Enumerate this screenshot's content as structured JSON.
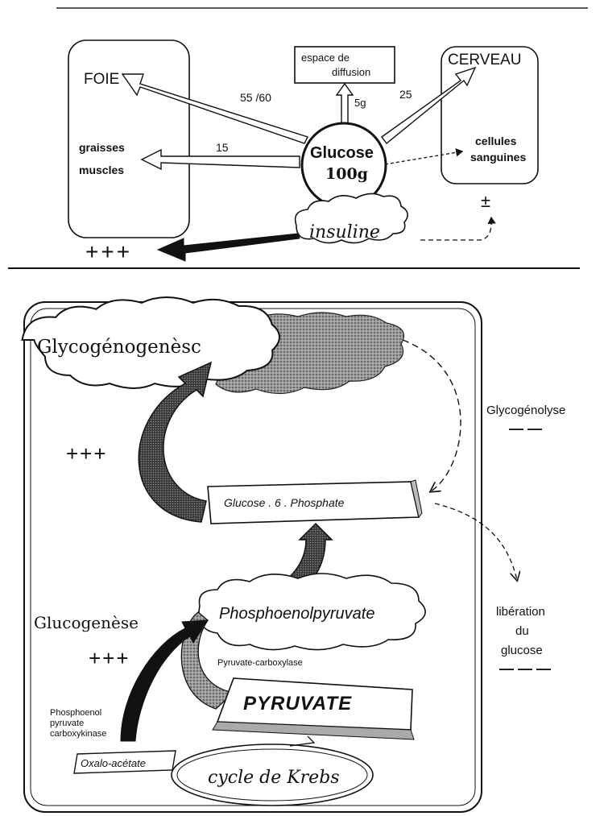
{
  "top": {
    "foie": "FOIE",
    "graisses": "graisses",
    "muscles": "muscles",
    "espace_line1": "espace de",
    "espace_line2": "diffusion",
    "cerveau": "CERVEAU",
    "cellules": "cellules",
    "sanguines": "sanguines",
    "glucose": "Glucose",
    "glucose_amount": "100g",
    "val_foie": "55 /60",
    "val_graisses": "15",
    "val_espace": "5g",
    "val_cerveau": "25",
    "insuline": "insuline",
    "plus_foie": "+++",
    "plusminus": "±"
  },
  "bottom": {
    "glycogenogenese": "Glycogénogenèsc",
    "glycogenolyse": "Glycogénolyse",
    "glycogenolyse_sign": "— —",
    "plus_glycogen": "+++",
    "g6p": "Glucose . 6 . Phosphate",
    "pep": "Phosphoenolpyruvate",
    "glucogenese": "Glucogenèse",
    "plus_gluco": "+++",
    "pyruvate_carboxylase": "Pyruvate-carboxylase",
    "pyruvate": "PYRUVATE",
    "pepck_line1": "Phosphoenol",
    "pepck_line2": "pyruvate",
    "pepck_line3": "carboxykinase",
    "oxalo": "Oxalo-acétate",
    "krebs": "cycle de Krebs",
    "liberation_line1": "libération",
    "liberation_line2": "du",
    "liberation_line3": "glucose",
    "liberation_sign": "— — —"
  }
}
